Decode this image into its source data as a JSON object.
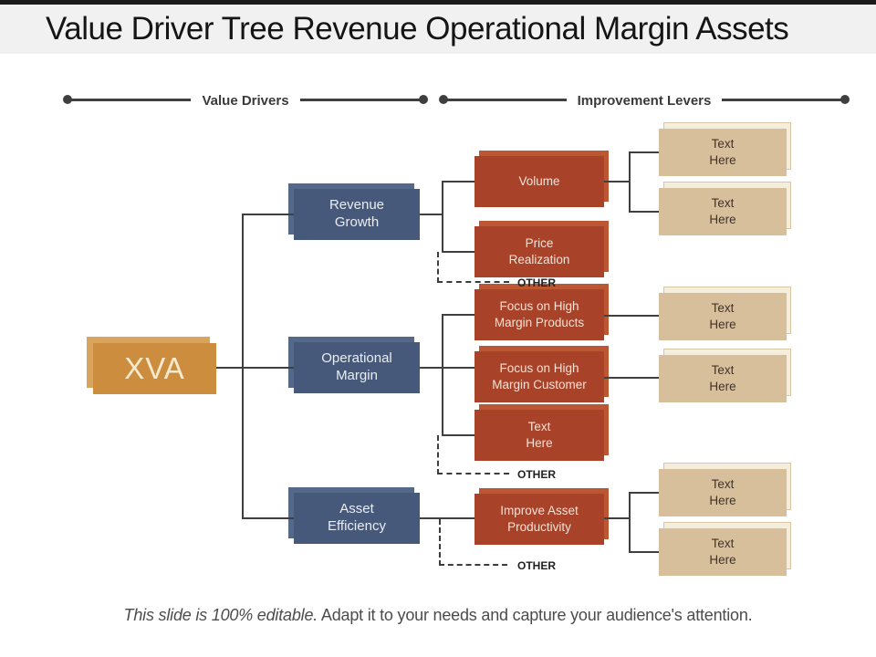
{
  "title": "Value Driver Tree Revenue Operational Margin Assets",
  "header": {
    "left_label": "Value Drivers",
    "right_label": "Improvement Levers"
  },
  "root": {
    "label": "XVA"
  },
  "drivers": [
    {
      "label": "Revenue\nGrowth"
    },
    {
      "label": "Operational\nMargin"
    },
    {
      "label": "Asset\nEfficiency"
    }
  ],
  "levers": [
    {
      "label": "Volume"
    },
    {
      "label": "Price\nRealization"
    },
    {
      "label": "Focus on High\nMargin Products"
    },
    {
      "label": "Focus on High\nMargin Customer"
    },
    {
      "label": "Text\nHere"
    },
    {
      "label": "Improve Asset\nProductivity"
    }
  ],
  "outcomes": [
    {
      "label": "Text\nHere"
    },
    {
      "label": "Text\nHere"
    },
    {
      "label": "Text\nHere"
    },
    {
      "label": "Text\nHere"
    },
    {
      "label": "Text\nHere"
    },
    {
      "label": "Text\nHere"
    }
  ],
  "other_labels": [
    "OTHER",
    "OTHER",
    "OTHER"
  ],
  "footer": {
    "emphasis": "This slide is 100% editable.",
    "text": "Adapt it to your needs and capture your audience's attention."
  },
  "colors": {
    "root_fill": "#cd8d3f",
    "driver_fill": "#47597b",
    "lever_fill": "#a8432a",
    "outcome_fill": "#d8bf9c",
    "connector": "#3f3f3f",
    "title_band": "#f1f1f1"
  }
}
